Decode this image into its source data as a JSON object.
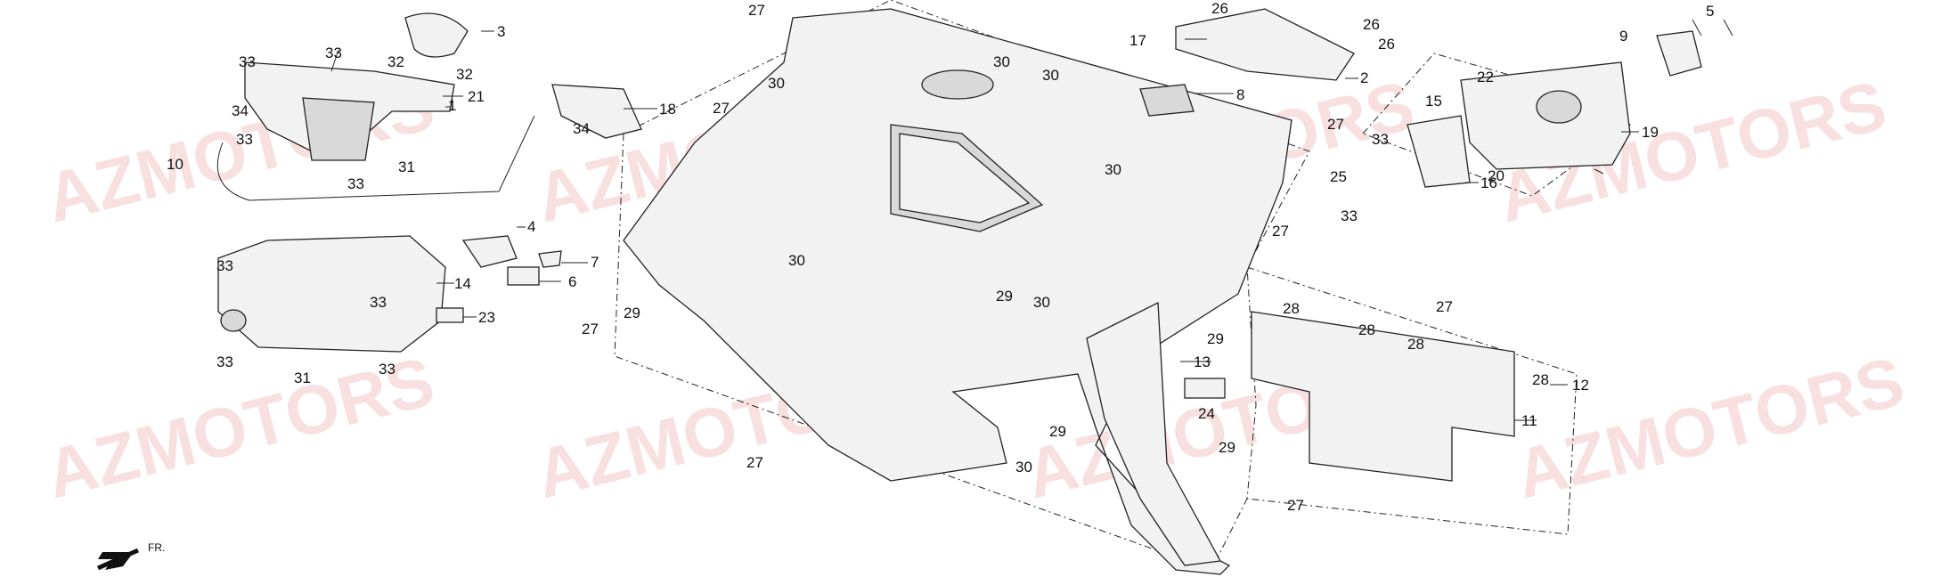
{
  "watermark": "AZMOTORS",
  "direction_label": "FR.",
  "callouts": {
    "c1": "1",
    "c2": "2",
    "c3": "3",
    "c4": "4",
    "c5": "5",
    "c6": "6",
    "c7": "7",
    "c8": "8",
    "c9": "9",
    "c10": "10",
    "c11": "11",
    "c12": "12",
    "c13": "13",
    "c14": "14",
    "c15": "15",
    "c16": "16",
    "c17": "17",
    "c18": "18",
    "c19": "19",
    "c20": "20",
    "c21": "21",
    "c22": "22",
    "c23": "23",
    "c24": "24",
    "c25": "25",
    "c26": "26",
    "c27": "27",
    "c28": "28",
    "c29": "29",
    "c30": "30",
    "c31": "31",
    "c32": "32",
    "c33": "33",
    "c34": "34"
  },
  "colors": {
    "watermark": "#f3c7c7",
    "line": "#222222",
    "part_fill": "#f2f2f2"
  }
}
